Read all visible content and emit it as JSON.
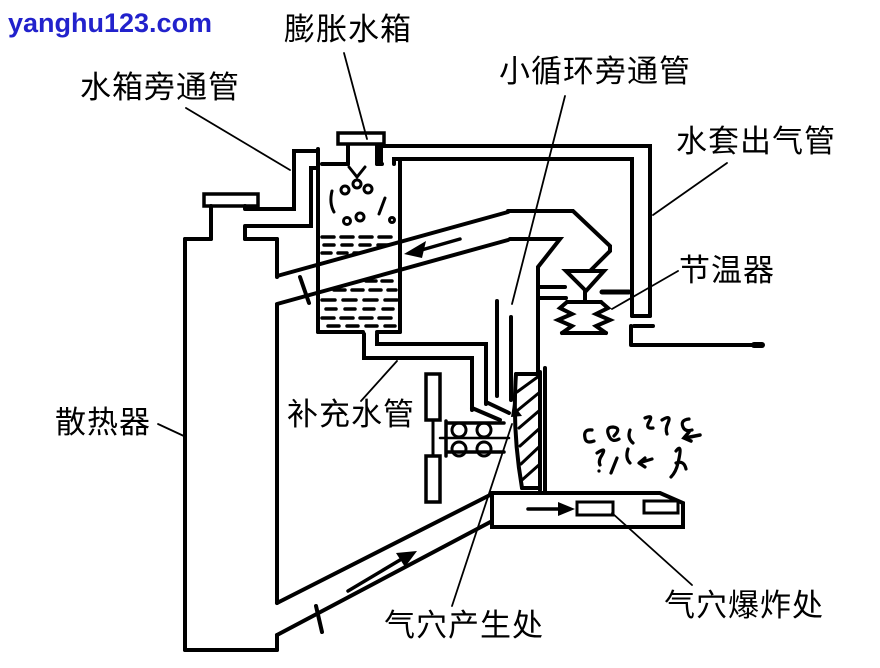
{
  "watermark": {
    "text": "yanghu123.com",
    "color": "#2222cc"
  },
  "labels": {
    "tank_bypass_pipe": "水箱旁通管",
    "expansion_tank": "膨胀水箱",
    "small_circulation_bypass_pipe": "小循环旁通管",
    "water_jacket_outlet_pipe": "水套出气管",
    "thermostat": "节温器",
    "radiator": "散热器",
    "supplementary_water_pipe": "补充水管",
    "cavitation_generation_site": "气穴产生处",
    "cavitation_explosion_site": "气穴爆炸处"
  },
  "colors": {
    "line": "#000000",
    "background": "#ffffff",
    "watermark": "#2222cc"
  }
}
